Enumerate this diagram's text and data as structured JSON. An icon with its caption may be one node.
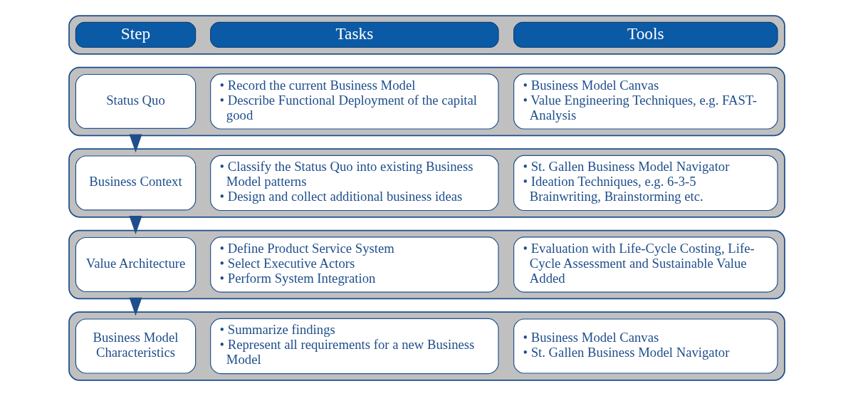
{
  "diagram": {
    "nodes": [
      {
        "text": [],
        "shape": "box"
      },
      {
        "text": [
          "Step"
        ],
        "in": 0
      },
      {
        "text": [
          "Tasks"
        ],
        "in": 0
      },
      {
        "text": [
          "Tools"
        ],
        "in": 0
      },
      {
        "text": [],
        "shape": "box"
      },
      {
        "text": [
          "Status Quo"
        ],
        "in": 4
      },
      {
        "text": [
          "• Record the current Business Model",
          "• Describe Functional Deployment of the capital good"
        ],
        "in": 4
      },
      {
        "text": [
          "• Business Model Canvas",
          "• Value Engineering Techniques, e.g. FAST-Analysis"
        ],
        "in": 4
      },
      {
        "text": [],
        "shape": "box"
      },
      {
        "text": [
          "Business Context"
        ],
        "in": 8
      },
      {
        "text": [
          "• Classify the Status Quo into existing Business Model patterns",
          "• Design and collect additional business ideas"
        ],
        "in": 8
      },
      {
        "text": [
          "• St. Gallen Business Model Navigator",
          "• Ideation Techniques, e.g. 6-3-5 Brainwriting, Brainstorming etc."
        ],
        "in": 8
      },
      {
        "text": [],
        "shape": "box"
      },
      {
        "text": [
          "Value Architecture"
        ],
        "in": 12
      },
      {
        "text": [
          "• Define Product Service System",
          "• Select Executive Actors",
          "• Perform System Integration"
        ],
        "in": 12
      },
      {
        "text": [
          "• Evaluation with Life-Cycle Costing, Life-Cycle Assessment and Sustainable Value Added"
        ],
        "in": 12
      },
      {
        "text": [],
        "shape": "box"
      },
      {
        "text": [
          "Business Model Characteristics"
        ],
        "in": 16
      },
      {
        "text": [
          "• Summarize findings",
          "• Represent all requirements for a new Business Model"
        ],
        "in": 16
      },
      {
        "text": [
          "• Business Model Canvas",
          "• St. Gallen Business Model Navigator"
        ],
        "in": 16
      }
    ],
    "edges": [
      {
        "from": 4,
        "to": 8,
        "arrow": "to"
      },
      {
        "from": 8,
        "to": 12,
        "arrow": "to"
      },
      {
        "from": 12,
        "to": 16,
        "arrow": "to"
      }
    ]
  }
}
